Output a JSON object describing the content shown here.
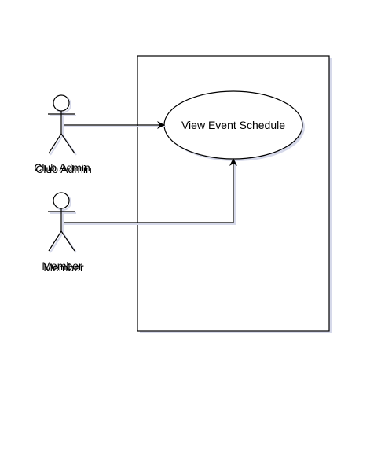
{
  "diagram": {
    "actors": [
      {
        "label": "Club Admin"
      },
      {
        "label": "Member"
      }
    ],
    "use_cases": [
      {
        "label": "View Event Schedule"
      }
    ]
  },
  "colors": {
    "stroke": "#000000",
    "shadow": "#d6d9ea",
    "background": "#ffffff"
  }
}
